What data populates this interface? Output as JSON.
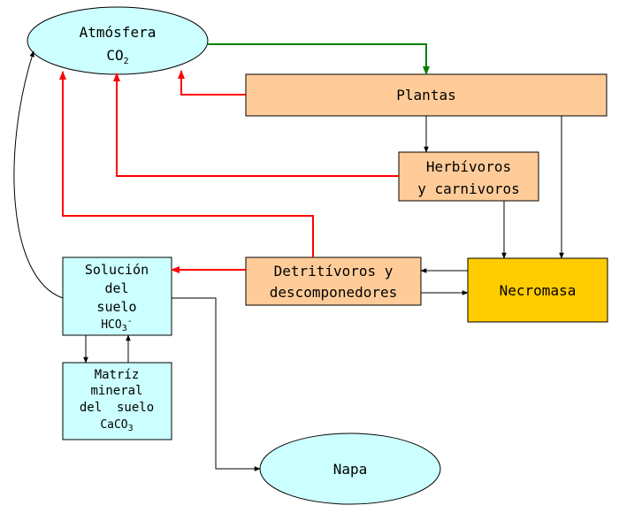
{
  "colors": {
    "ellipse_fill": "#ccffff",
    "box_fill": "#ffcc99",
    "necromasa_fill": "#ffcc00",
    "suelo_fill": "#ccffff",
    "flow_green": "#008000",
    "flow_red": "#ff0000",
    "flow_black": "#000000"
  },
  "nodes": {
    "atmosfera": {
      "line1": "Atmósfera",
      "co2_base": "CO",
      "co2_sub": "2"
    },
    "plantas": {
      "label": "Plantas"
    },
    "herbivoros": {
      "line1": "Herbívoros",
      "line2": "y carnivoros"
    },
    "detritivoros": {
      "line1": "Detritívoros y",
      "line2": "descomponedores"
    },
    "necromasa": {
      "label": "Necromasa"
    },
    "solucion": {
      "line1": "Solución",
      "line2": "del",
      "line3": "suelo",
      "hco3_base": "HCO",
      "hco3_sub": "3",
      "hco3_sup": "-"
    },
    "matriz": {
      "line1": "Matríz",
      "line2": "mineral",
      "line3": "del  suelo",
      "caco3_base": "CaCO",
      "caco3_sub": "3"
    },
    "napa": {
      "label": "Napa"
    }
  }
}
